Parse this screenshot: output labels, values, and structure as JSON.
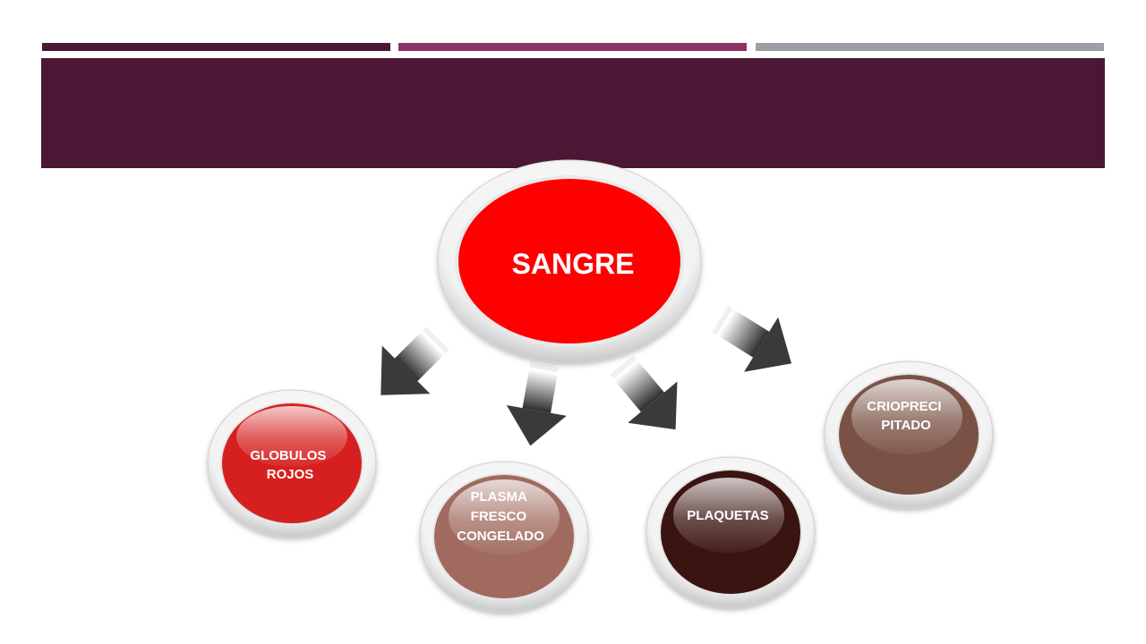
{
  "slide": {
    "accent_bars": [
      {
        "color": "#4b1734"
      },
      {
        "color": "#8c3465"
      },
      {
        "color": "#9aa0a6"
      }
    ],
    "title_band_color": "#4b1734",
    "title": ""
  },
  "diagram": {
    "center": {
      "label": "SANGRE",
      "color": "#ff0000"
    },
    "nodes": [
      {
        "id": "globulos",
        "lines": [
          "GLOBULOS",
          "ROJOS"
        ],
        "color": "#d62020"
      },
      {
        "id": "plasma",
        "lines": [
          "PLASMA",
          "FRESCO",
          "CONGELADO"
        ],
        "color": "#a06a5e"
      },
      {
        "id": "plaquetas",
        "lines": [
          "PLAQUETAS"
        ],
        "color": "#3a1410"
      },
      {
        "id": "crio",
        "lines": [
          "CRIOPRECI",
          "PITADO"
        ],
        "color": "#7a5245"
      }
    ]
  }
}
